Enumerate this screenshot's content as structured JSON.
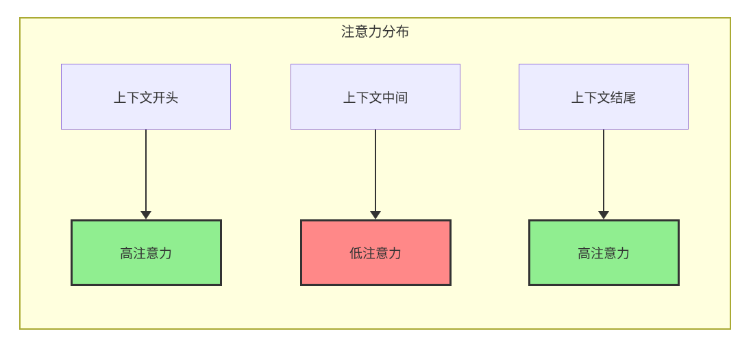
{
  "diagram": {
    "title": "注意力分布",
    "colors": {
      "group_fill": "#FFFFDE",
      "group_border": "#AAAA33",
      "source_fill": "#ECECFF",
      "source_border": "#9370DB",
      "high_fill": "#90EE90",
      "low_fill": "#FF8888",
      "node_border": "#333333",
      "arrow": "#333333",
      "text": "#333333",
      "page_background": "#FFFFFF"
    },
    "columns": [
      {
        "source": "上下文开头",
        "target": "高注意力",
        "attention": "high"
      },
      {
        "source": "上下文中间",
        "target": "低注意力",
        "attention": "low"
      },
      {
        "source": "上下文结尾",
        "target": "高注意力",
        "attention": "high"
      }
    ]
  }
}
